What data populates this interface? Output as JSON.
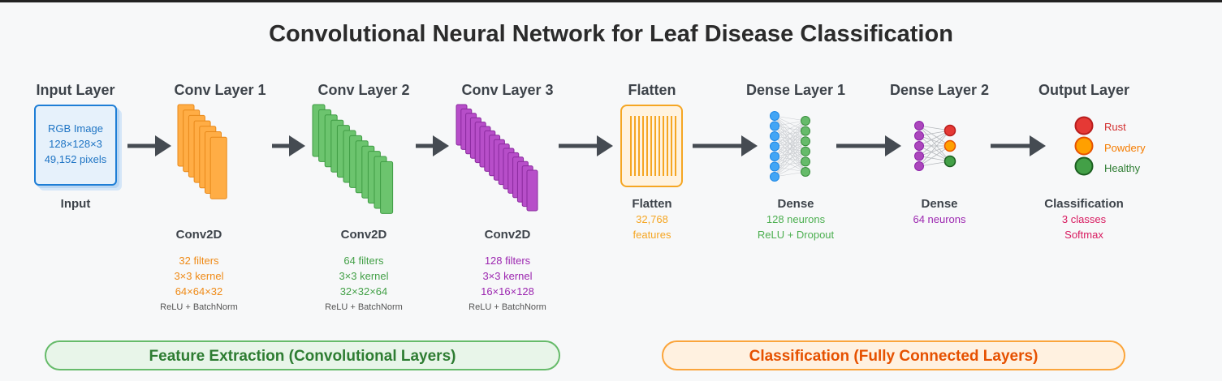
{
  "title": "Convolutional Neural Network for Leaf Disease Classification",
  "colors": {
    "input": "#1e7ed6",
    "conv1": "#ffad45",
    "conv2": "#6cc46e",
    "conv3": "#b74ec9",
    "flatten": "#f5a623",
    "dense1_in": "#42a5f5",
    "dense1_out": "#66bb6a",
    "dense2_in": "#ab47bc",
    "arrow": "#454b52",
    "rust": "#e53935",
    "powdery": "#ffa000",
    "healthy": "#43a047"
  },
  "layers": {
    "input": {
      "header": "Input Layer",
      "box_lines": [
        "RGB Image",
        "128×128×3",
        "49,152 pixels"
      ],
      "label": "Input"
    },
    "conv1": {
      "header": "Conv Layer 1",
      "label": "Conv2D",
      "details": [
        "32 filters",
        "3×3 kernel",
        "64×64×32"
      ],
      "note": "ReLU + BatchNorm"
    },
    "conv2": {
      "header": "Conv Layer 2",
      "label": "Conv2D",
      "details": [
        "64 filters",
        "3×3 kernel",
        "32×32×64"
      ],
      "note": "ReLU + BatchNorm"
    },
    "conv3": {
      "header": "Conv Layer 3",
      "label": "Conv2D",
      "details": [
        "128 filters",
        "3×3 kernel",
        "16×16×128"
      ],
      "note": "ReLU + BatchNorm"
    },
    "flatten": {
      "header": "Flatten",
      "label": "Flatten",
      "details": [
        "32,768",
        "features"
      ]
    },
    "dense1": {
      "header": "Dense Layer 1",
      "label": "Dense",
      "details": [
        "128 neurons",
        "ReLU + Dropout"
      ]
    },
    "dense2": {
      "header": "Dense Layer 2",
      "label": "Dense",
      "details": [
        "64 neurons"
      ]
    },
    "output": {
      "header": "Output Layer",
      "label": "Classification",
      "details": [
        "3 classes",
        "Softmax"
      ],
      "classes": [
        "Rust",
        "Powdery",
        "Healthy"
      ]
    }
  },
  "bands": {
    "features": "Feature Extraction (Convolutional Layers)",
    "classification": "Classification (Fully Connected Layers)"
  }
}
